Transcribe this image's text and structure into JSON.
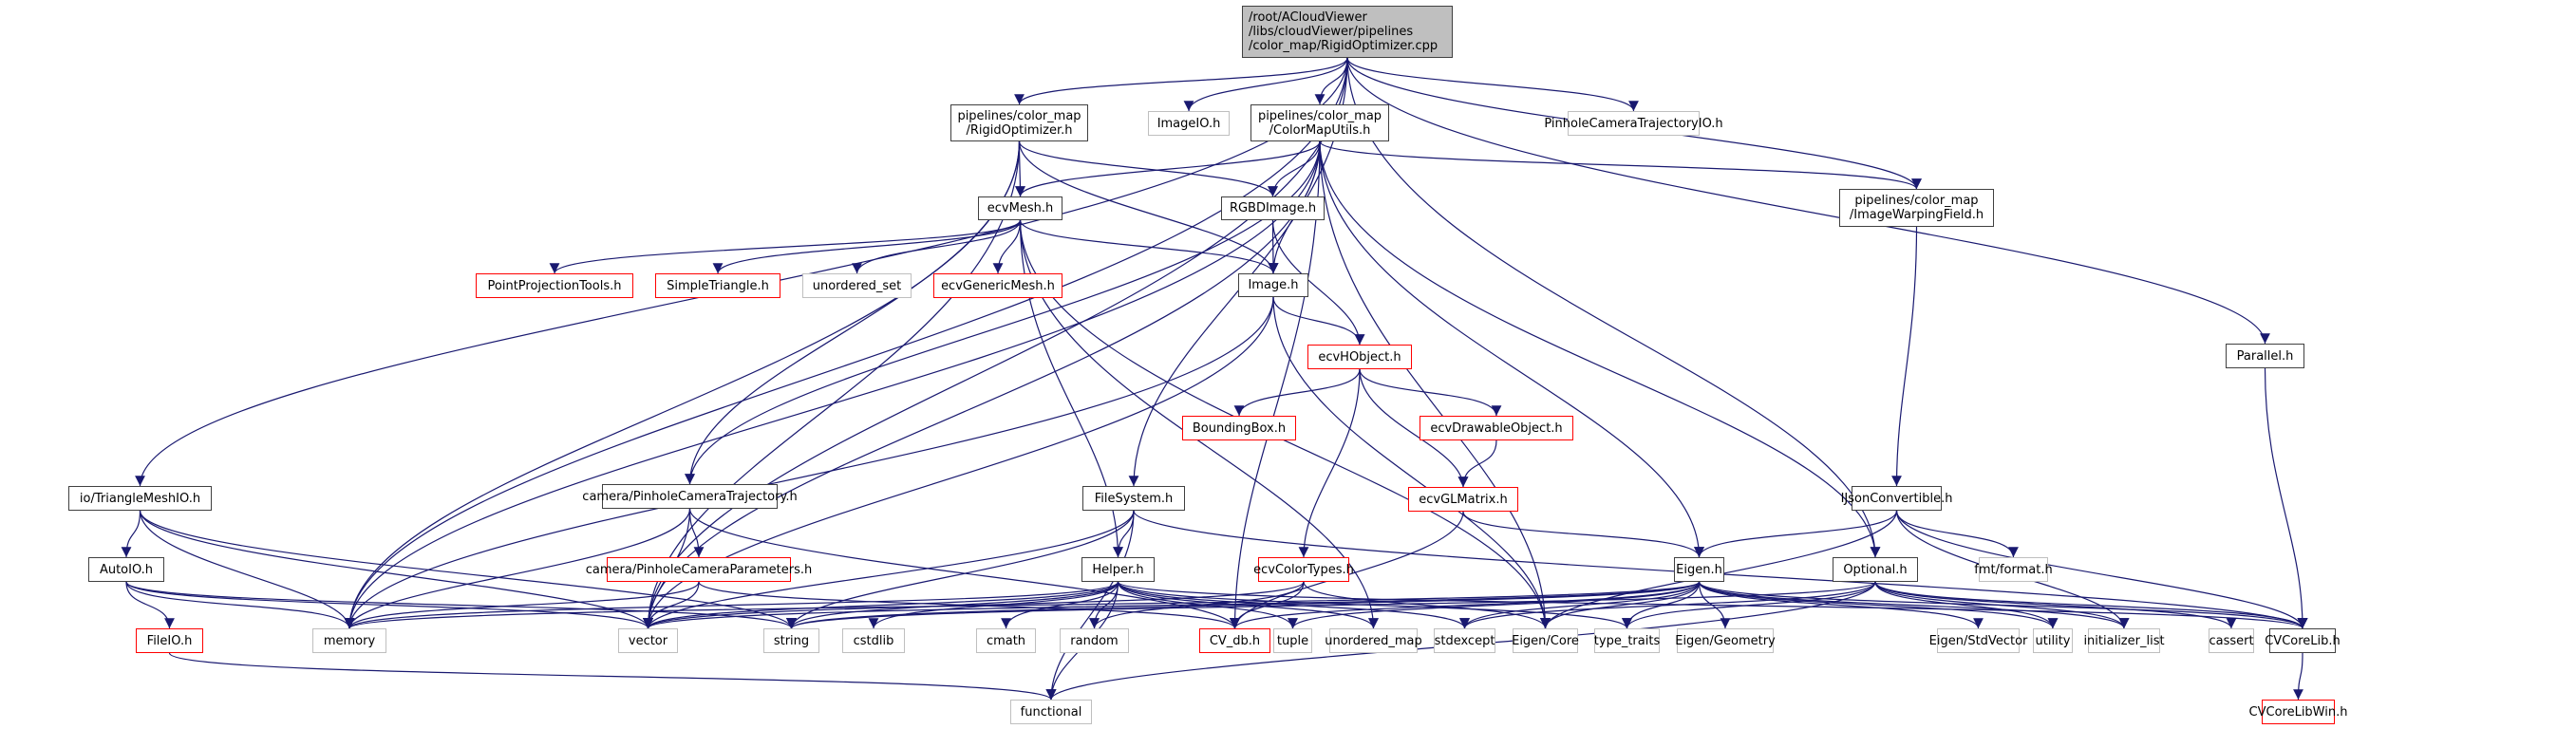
{
  "title": "Include dependency graph for RigidOptimizer.cpp",
  "colors": {
    "edge": "#191970",
    "root_fill": "#bfbfbf",
    "documented_border": "#404040",
    "external_border": "#bfbfbf",
    "truncated_border": "#ff0000"
  },
  "nodes": [
    {
      "id": "root",
      "label": "/root/ACloudViewer\n/libs/cloudViewer/pipelines\n/color_map/RigidOptimizer.cpp",
      "kind": "root"
    },
    {
      "id": "rigidopt_h",
      "label": "pipelines/color_map\n/RigidOptimizer.h",
      "kind": "doc"
    },
    {
      "id": "imageio",
      "label": "ImageIO.h",
      "kind": "ext"
    },
    {
      "id": "colormaputils",
      "label": "pipelines/color_map\n/ColorMapUtils.h",
      "kind": "doc"
    },
    {
      "id": "pinholetrajio",
      "label": "PinholeCameraTrajectoryIO.h",
      "kind": "ext"
    },
    {
      "id": "ecvmesh",
      "label": "ecvMesh.h",
      "kind": "doc"
    },
    {
      "id": "rgbdimage",
      "label": "RGBDImage.h",
      "kind": "doc"
    },
    {
      "id": "imagewarp",
      "label": "pipelines/color_map\n/ImageWarpingField.h",
      "kind": "doc"
    },
    {
      "id": "pointproj",
      "label": "PointProjectionTools.h",
      "kind": "trunc"
    },
    {
      "id": "simpletri",
      "label": "SimpleTriangle.h",
      "kind": "trunc"
    },
    {
      "id": "unordered_set",
      "label": "unordered_set",
      "kind": "ext"
    },
    {
      "id": "ecvgenericmesh",
      "label": "ecvGenericMesh.h",
      "kind": "trunc"
    },
    {
      "id": "image",
      "label": "Image.h",
      "kind": "doc"
    },
    {
      "id": "ecvhobject",
      "label": "ecvHObject.h",
      "kind": "trunc"
    },
    {
      "id": "parallel",
      "label": "Parallel.h",
      "kind": "doc"
    },
    {
      "id": "boundingbox",
      "label": "BoundingBox.h",
      "kind": "trunc"
    },
    {
      "id": "ecvdrawable",
      "label": "ecvDrawableObject.h",
      "kind": "trunc"
    },
    {
      "id": "ecvglmatrix",
      "label": "ecvGLMatrix.h",
      "kind": "trunc"
    },
    {
      "id": "trianglemeshio",
      "label": "io/TriangleMeshIO.h",
      "kind": "doc"
    },
    {
      "id": "pinholetraj",
      "label": "camera/PinholeCameraTrajectory.h",
      "kind": "doc"
    },
    {
      "id": "filesystem",
      "label": "FileSystem.h",
      "kind": "doc"
    },
    {
      "id": "ijson",
      "label": "IJsonConvertible.h",
      "kind": "doc"
    },
    {
      "id": "autoio",
      "label": "AutoIO.h",
      "kind": "doc"
    },
    {
      "id": "pinholeparams",
      "label": "camera/PinholeCameraParameters.h",
      "kind": "trunc"
    },
    {
      "id": "helper",
      "label": "Helper.h",
      "kind": "doc"
    },
    {
      "id": "ecvcolortypes",
      "label": "ecvColorTypes.h",
      "kind": "trunc"
    },
    {
      "id": "eigen_h",
      "label": "Eigen.h",
      "kind": "doc"
    },
    {
      "id": "optional",
      "label": "Optional.h",
      "kind": "doc"
    },
    {
      "id": "fmtformat",
      "label": "fmt/format.h",
      "kind": "ext"
    },
    {
      "id": "fileio",
      "label": "FileIO.h",
      "kind": "trunc"
    },
    {
      "id": "memory",
      "label": "memory",
      "kind": "ext"
    },
    {
      "id": "vector",
      "label": "vector",
      "kind": "ext"
    },
    {
      "id": "string",
      "label": "string",
      "kind": "ext"
    },
    {
      "id": "cstdlib",
      "label": "cstdlib",
      "kind": "ext"
    },
    {
      "id": "cmath",
      "label": "cmath",
      "kind": "ext"
    },
    {
      "id": "random",
      "label": "random",
      "kind": "ext"
    },
    {
      "id": "cv_db",
      "label": "CV_db.h",
      "kind": "trunc"
    },
    {
      "id": "tuple",
      "label": "tuple",
      "kind": "ext"
    },
    {
      "id": "unordered_map",
      "label": "unordered_map",
      "kind": "ext"
    },
    {
      "id": "stdexcept",
      "label": "stdexcept",
      "kind": "ext"
    },
    {
      "id": "eigencore",
      "label": "Eigen/Core",
      "kind": "ext"
    },
    {
      "id": "type_traits",
      "label": "type_traits",
      "kind": "ext"
    },
    {
      "id": "eigengeom",
      "label": "Eigen/Geometry",
      "kind": "ext"
    },
    {
      "id": "eigenstdvec",
      "label": "Eigen/StdVector",
      "kind": "ext"
    },
    {
      "id": "utility",
      "label": "utility",
      "kind": "ext"
    },
    {
      "id": "initlist",
      "label": "initializer_list",
      "kind": "ext"
    },
    {
      "id": "cassert",
      "label": "cassert",
      "kind": "ext"
    },
    {
      "id": "cvcorelib",
      "label": "CVCoreLib.h",
      "kind": "doc"
    },
    {
      "id": "functional",
      "label": "functional",
      "kind": "ext"
    },
    {
      "id": "cvcorelibwin",
      "label": "CVCoreLibWin.h",
      "kind": "trunc"
    }
  ],
  "edges": [
    [
      "root",
      "rigidopt_h"
    ],
    [
      "root",
      "imageio"
    ],
    [
      "root",
      "colormaputils"
    ],
    [
      "root",
      "pinholetrajio"
    ],
    [
      "root",
      "imagewarp"
    ],
    [
      "root",
      "parallel"
    ],
    [
      "root",
      "trianglemeshio"
    ],
    [
      "root",
      "memory"
    ],
    [
      "root",
      "vector"
    ],
    [
      "root",
      "filesystem"
    ],
    [
      "root",
      "optional"
    ],
    [
      "rigidopt_h",
      "ecvmesh"
    ],
    [
      "rigidopt_h",
      "rgbdimage"
    ],
    [
      "rigidopt_h",
      "image"
    ],
    [
      "rigidopt_h",
      "pinholetraj"
    ],
    [
      "rigidopt_h",
      "memory"
    ],
    [
      "rigidopt_h",
      "vector"
    ],
    [
      "colormaputils",
      "ecvmesh"
    ],
    [
      "colormaputils",
      "rgbdimage"
    ],
    [
      "colormaputils",
      "image"
    ],
    [
      "colormaputils",
      "imagewarp"
    ],
    [
      "colormaputils",
      "pinholetraj"
    ],
    [
      "colormaputils",
      "eigen_h"
    ],
    [
      "colormaputils",
      "optional"
    ],
    [
      "colormaputils",
      "memory"
    ],
    [
      "colormaputils",
      "vector"
    ],
    [
      "colormaputils",
      "cv_db"
    ],
    [
      "colormaputils",
      "eigencore"
    ],
    [
      "ecvmesh",
      "pointproj"
    ],
    [
      "ecvmesh",
      "simpletri"
    ],
    [
      "ecvmesh",
      "unordered_set"
    ],
    [
      "ecvmesh",
      "ecvgenericmesh"
    ],
    [
      "ecvmesh",
      "image"
    ],
    [
      "ecvmesh",
      "helper"
    ],
    [
      "ecvmesh",
      "unordered_map"
    ],
    [
      "ecvmesh",
      "eigencore"
    ],
    [
      "rgbdimage",
      "image"
    ],
    [
      "rgbdimage",
      "ecvhobject"
    ],
    [
      "image",
      "ecvhobject"
    ],
    [
      "image",
      "memory"
    ],
    [
      "image",
      "vector"
    ],
    [
      "image",
      "eigencore"
    ],
    [
      "ecvhobject",
      "boundingbox"
    ],
    [
      "ecvhobject",
      "ecvdrawable"
    ],
    [
      "ecvhobject",
      "ecvglmatrix"
    ],
    [
      "ecvhobject",
      "ecvcolortypes"
    ],
    [
      "ecvdrawable",
      "ecvglmatrix"
    ],
    [
      "ecvglmatrix",
      "eigen_h"
    ],
    [
      "ecvglmatrix",
      "cv_db"
    ],
    [
      "imagewarp",
      "ijson"
    ],
    [
      "parallel",
      "cvcorelib"
    ],
    [
      "trianglemeshio",
      "autoio"
    ],
    [
      "trianglemeshio",
      "memory"
    ],
    [
      "trianglemeshio",
      "string"
    ],
    [
      "trianglemeshio",
      "vector"
    ],
    [
      "autoio",
      "fileio"
    ],
    [
      "autoio",
      "memory"
    ],
    [
      "autoio",
      "string"
    ],
    [
      "autoio",
      "vector"
    ],
    [
      "fileio",
      "functional"
    ],
    [
      "pinholetraj",
      "pinholeparams"
    ],
    [
      "pinholetraj",
      "memory"
    ],
    [
      "pinholetraj",
      "vector"
    ],
    [
      "pinholetraj",
      "cv_db"
    ],
    [
      "pinholeparams",
      "memory"
    ],
    [
      "pinholeparams",
      "vector"
    ],
    [
      "pinholeparams",
      "cv_db"
    ],
    [
      "filesystem",
      "helper"
    ],
    [
      "filesystem",
      "functional"
    ],
    [
      "filesystem",
      "string"
    ],
    [
      "filesystem",
      "vector"
    ],
    [
      "filesystem",
      "cvcorelib"
    ],
    [
      "helper",
      "memory"
    ],
    [
      "helper",
      "vector"
    ],
    [
      "helper",
      "string"
    ],
    [
      "helper",
      "cstdlib"
    ],
    [
      "helper",
      "cmath"
    ],
    [
      "helper",
      "random"
    ],
    [
      "helper",
      "tuple"
    ],
    [
      "helper",
      "functional"
    ],
    [
      "helper",
      "stdexcept"
    ],
    [
      "helper",
      "type_traits"
    ],
    [
      "helper",
      "unordered_map"
    ],
    [
      "helper",
      "cvcorelib"
    ],
    [
      "ecvcolortypes",
      "cv_db"
    ],
    [
      "ecvcolortypes",
      "vector"
    ],
    [
      "ecvcolortypes",
      "eigencore"
    ],
    [
      "ecvcolortypes",
      "random"
    ],
    [
      "ijson",
      "eigen_h"
    ],
    [
      "ijson",
      "fmtformat"
    ],
    [
      "ijson",
      "cvcorelib"
    ],
    [
      "ijson",
      "eigencore"
    ],
    [
      "ijson",
      "initlist"
    ],
    [
      "eigen_h",
      "eigencore"
    ],
    [
      "eigen_h",
      "eigengeom"
    ],
    [
      "eigen_h",
      "eigenstdvec"
    ],
    [
      "eigen_h",
      "memory"
    ],
    [
      "eigen_h",
      "vector"
    ],
    [
      "eigen_h",
      "tuple"
    ],
    [
      "eigen_h",
      "stdexcept"
    ],
    [
      "eigen_h",
      "type_traits"
    ],
    [
      "eigen_h",
      "utility"
    ],
    [
      "eigen_h",
      "initlist"
    ],
    [
      "eigen_h",
      "cvcorelib"
    ],
    [
      "eigen_h",
      "cv_db"
    ],
    [
      "eigen_h",
      "string"
    ],
    [
      "optional",
      "type_traits"
    ],
    [
      "optional",
      "stdexcept"
    ],
    [
      "optional",
      "utility"
    ],
    [
      "optional",
      "initlist"
    ],
    [
      "optional",
      "cassert"
    ],
    [
      "optional",
      "functional"
    ],
    [
      "optional",
      "string"
    ],
    [
      "optional",
      "cvcorelib"
    ],
    [
      "cvcorelib",
      "cvcorelibwin"
    ]
  ]
}
